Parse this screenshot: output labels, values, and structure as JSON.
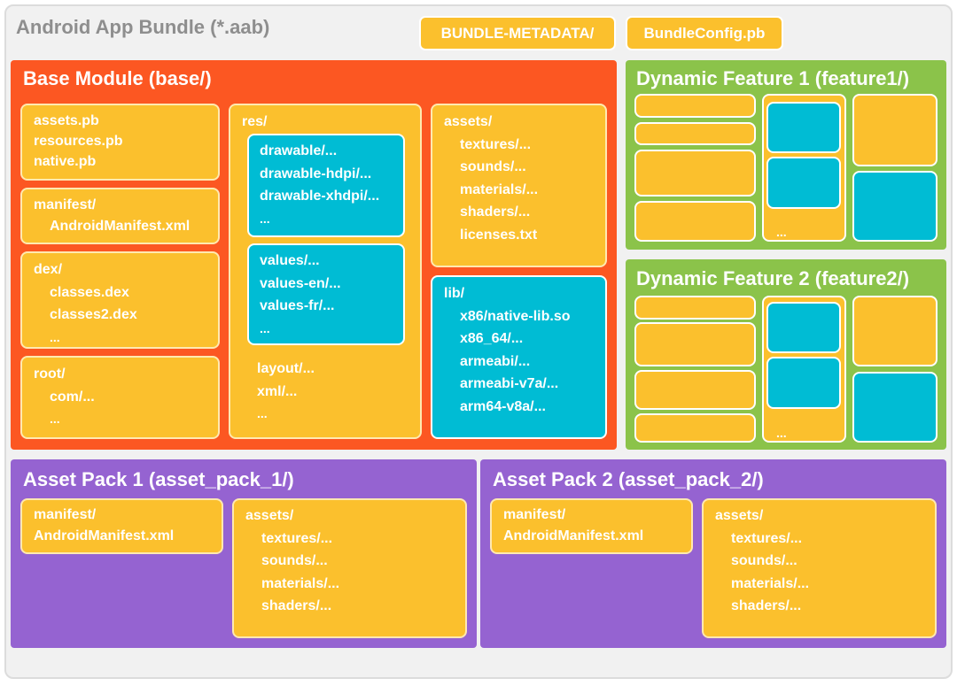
{
  "bundle": {
    "title": "Android App Bundle (*.aab)",
    "tags": [
      "BUNDLE-METADATA/",
      "BundleConfig.pb"
    ]
  },
  "base_module": {
    "title": "Base Module (base/)",
    "protobuf_files": [
      "assets.pb",
      "resources.pb",
      "native.pb"
    ],
    "manifest": {
      "folder": "manifest/",
      "items": [
        "AndroidManifest.xml"
      ]
    },
    "dex": {
      "folder": "dex/",
      "items": [
        "classes.dex",
        "classes2.dex",
        "..."
      ]
    },
    "root": {
      "folder": "root/",
      "items": [
        "com/...",
        "..."
      ]
    },
    "res": {
      "folder": "res/",
      "drawable": [
        "drawable/...",
        "drawable-hdpi/...",
        "drawable-xhdpi/...",
        "..."
      ],
      "values": [
        "values/...",
        "values-en/...",
        "values-fr/...",
        "..."
      ],
      "others": [
        "layout/...",
        "xml/...",
        "..."
      ]
    },
    "assets": {
      "folder": "assets/",
      "items": [
        "textures/...",
        "sounds/...",
        "materials/...",
        "shaders/...",
        "licenses.txt"
      ]
    },
    "lib": {
      "folder": "lib/",
      "items": [
        "x86/native-lib.so",
        "x86_64/...",
        "armeabi/...",
        "armeabi-v7a/...",
        "arm64-v8a/..."
      ]
    }
  },
  "features": [
    {
      "title": "Dynamic Feature 1 (feature1/)",
      "ellipsis": "..."
    },
    {
      "title": "Dynamic Feature 2 (feature2/)",
      "ellipsis": "..."
    }
  ],
  "asset_packs": [
    {
      "title": "Asset Pack 1 (asset_pack_1/)",
      "manifest": [
        "manifest/",
        "AndroidManifest.xml"
      ],
      "assets": {
        "folder": "assets/",
        "items": [
          "textures/...",
          "sounds/...",
          "materials/...",
          "shaders/..."
        ]
      }
    },
    {
      "title": "Asset Pack 2 (asset_pack_2/)",
      "manifest": [
        "manifest/",
        "AndroidManifest.xml"
      ],
      "assets": {
        "folder": "assets/",
        "items": [
          "textures/...",
          "sounds/...",
          "materials/...",
          "shaders/..."
        ]
      }
    }
  ],
  "colors": {
    "base": "#fc5722",
    "feature": "#8bc34a",
    "asset_pack": "#9563d1",
    "folder_yellow": "#fbc02d",
    "folder_cyan": "#00bcd4",
    "outer_background": "#f1f1f1"
  }
}
